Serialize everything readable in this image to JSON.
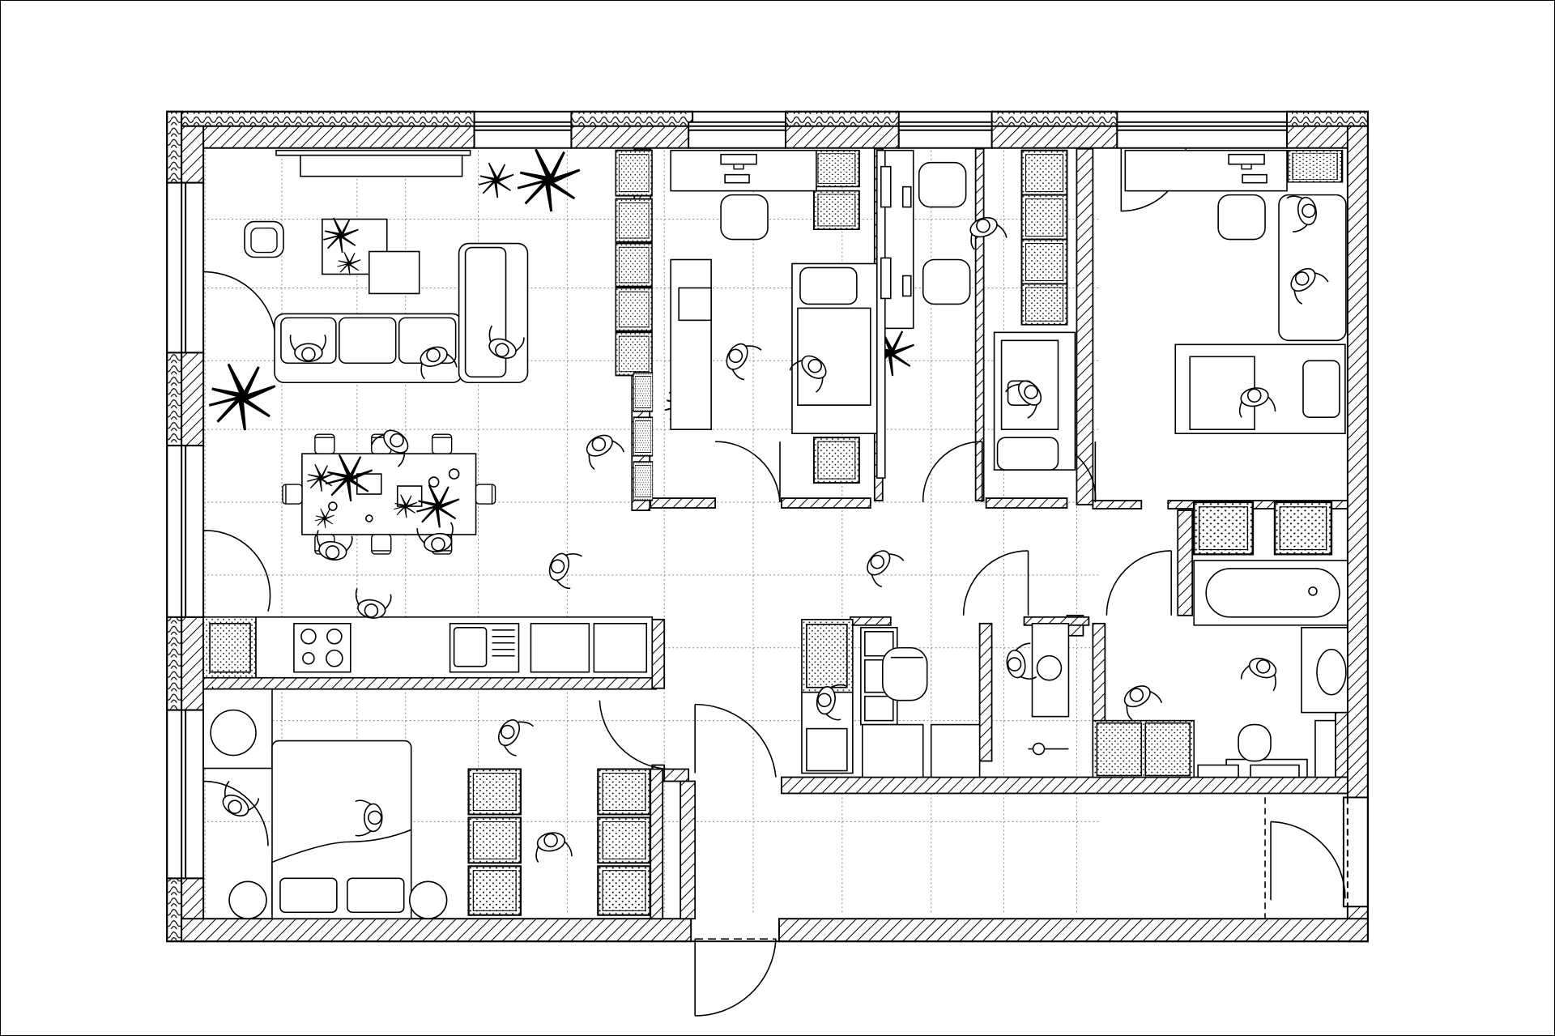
{
  "drawing": {
    "kind": "architectural floor plan",
    "rooms": [
      {
        "id": "living",
        "name": "living-room"
      },
      {
        "id": "dining",
        "name": "dining-area"
      },
      {
        "id": "kitchen",
        "name": "kitchen"
      },
      {
        "id": "bedroom-left",
        "name": "bedroom"
      },
      {
        "id": "hall",
        "name": "hallway"
      },
      {
        "id": "office-1",
        "name": "study-room"
      },
      {
        "id": "office-2",
        "name": "children-room"
      },
      {
        "id": "office-3",
        "name": "bedroom-right"
      },
      {
        "id": "wc",
        "name": "toilet"
      },
      {
        "id": "bath",
        "name": "bathroom"
      },
      {
        "id": "corridor",
        "name": "entrance-corridor"
      }
    ],
    "colors": {
      "line": "#000000",
      "paper": "#ffffff",
      "hatch": "#000000",
      "grid": "#9a9a9a"
    },
    "icons": [
      "plant-icon",
      "person-icon",
      "chair-icon",
      "sofa-icon",
      "bed-icon",
      "bathtub-icon",
      "toilet-icon",
      "sink-icon",
      "stove-icon",
      "monitor-icon",
      "door-icon",
      "window-icon",
      "wardrobe-icon"
    ]
  }
}
